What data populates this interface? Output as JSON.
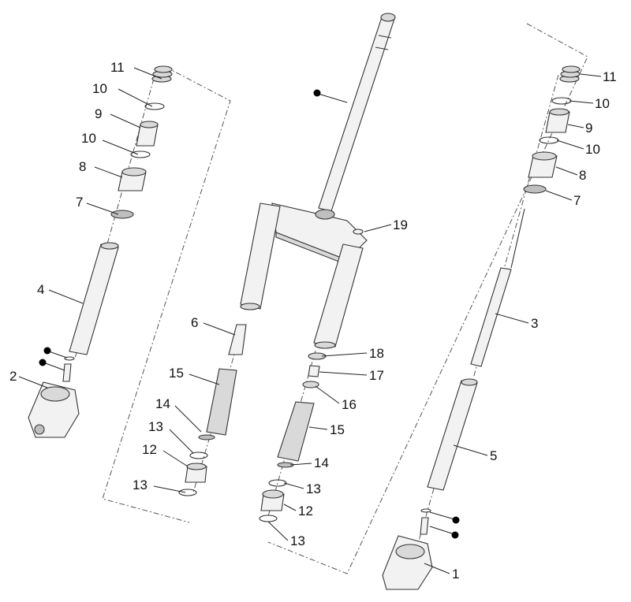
{
  "callouts": {
    "c1": "1",
    "c2": "2",
    "c3": "3",
    "c4": "4",
    "c5": "5",
    "c6": "6",
    "c7_left": "7",
    "c7_right": "7",
    "c8_left": "8",
    "c8_right": "8",
    "c9_left": "9",
    "c9_right": "9",
    "c10_left_a": "10",
    "c10_left_b": "10",
    "c10_right_a": "10",
    "c10_right_b": "10",
    "c11_left": "11",
    "c11_right": "11",
    "c12_center": "12",
    "c12_left": "12",
    "c13_left_a": "13",
    "c13_left_b": "13",
    "c13_center_a": "13",
    "c13_center_b": "13",
    "c14_left": "14",
    "c14_center": "14",
    "c15_left": "15",
    "c15_center": "15",
    "c16": "16",
    "c17": "17",
    "c18": "18",
    "c19": "19"
  },
  "colors": {
    "ink": "#111111",
    "part_fill": "#f2f2f2",
    "shade": "#d9d9d9"
  }
}
